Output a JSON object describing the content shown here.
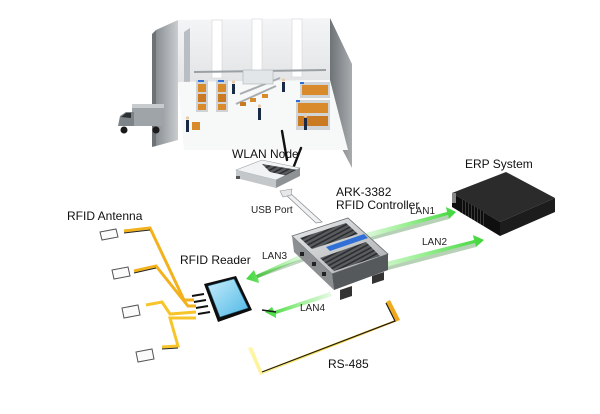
{
  "diagram": {
    "title": "RFID warehouse network topology",
    "colors": {
      "lan_arrow": "#5fe35a",
      "rfid_cable": "#f2b21e",
      "rs485_cable": "#f7d52a",
      "reader_screen": "#7fd3f2",
      "controller_badge": "#2f6fd6",
      "erp_body": "#141414"
    },
    "nodes": {
      "warehouse": {
        "name": "Warehouse",
        "icon": "warehouse-scene"
      },
      "wlan_node": {
        "label": "WLAN Node",
        "icon": "wireless-router-icon"
      },
      "controller": {
        "label_line1": "ARK-3382",
        "label_line2": "RFID Controller",
        "icon": "embedded-pc-icon"
      },
      "erp": {
        "label": "ERP System",
        "icon": "server-icon"
      },
      "reader": {
        "label": "RFID Reader",
        "icon": "rfid-reader-icon"
      },
      "antenna": {
        "label": "RFID Antenna",
        "icon": "antenna-icon",
        "count": 4
      }
    },
    "connections": [
      {
        "id": "usb",
        "label": "USB Port",
        "from": "controller",
        "to": "wlan_node"
      },
      {
        "id": "lan1",
        "label": "LAN1",
        "from": "controller",
        "to": "erp"
      },
      {
        "id": "lan2",
        "label": "LAN2",
        "from": "controller",
        "to": "erp"
      },
      {
        "id": "lan3",
        "label": "LAN3",
        "from": "controller",
        "to": "reader"
      },
      {
        "id": "lan4",
        "label": "LAN4",
        "from": "controller",
        "to": "reader"
      },
      {
        "id": "rs485",
        "label": "RS-485",
        "from": "controller",
        "to": "field"
      }
    ]
  }
}
